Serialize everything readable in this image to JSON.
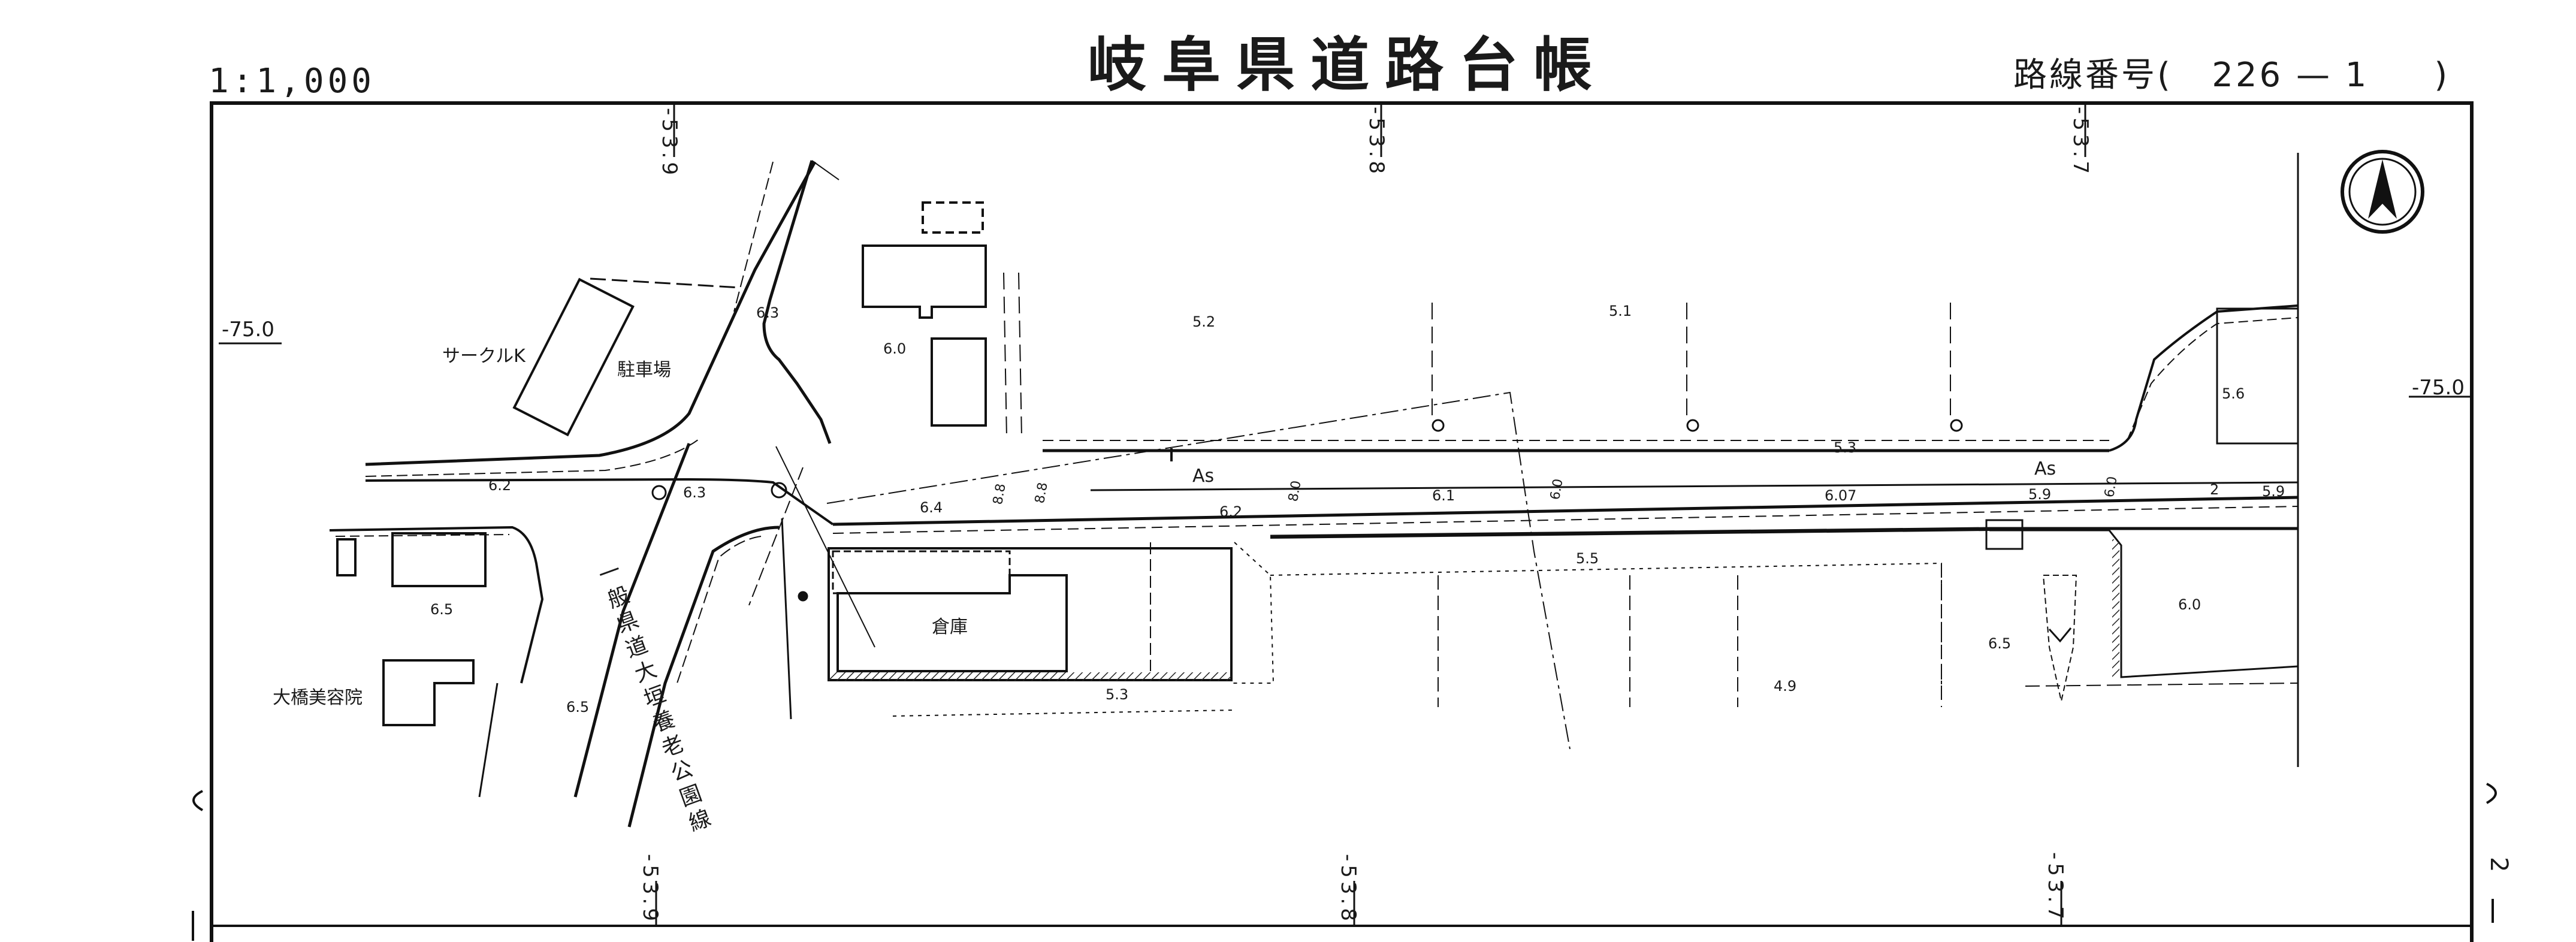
{
  "header": {
    "scale": "1:1,000",
    "title": "岐阜県道路台帳",
    "route_label": "路線番号",
    "route_number": "226 — 1"
  },
  "grid": {
    "top": [
      "-53.9",
      "-53.8",
      "-53.7"
    ],
    "bottom": [
      "-53.9",
      "-53.8",
      "-53.7"
    ],
    "left": "-75.0",
    "right": "-75.0"
  },
  "north_arrow_icon": "north-arrow-icon",
  "sheet_number": "2",
  "labels": {
    "circle_k": "サークルK",
    "parking": "駐車場",
    "ohashi_salon": "大橋美容院",
    "warehouse": "倉庫",
    "road_name": "一般県道大垣養老公園線",
    "asphalt_1": "As",
    "asphalt_2": "As"
  },
  "elevations": {
    "e63a": "6.3",
    "e60a": "6.0",
    "e52": "5.2",
    "e51": "5.1",
    "e56": "5.6",
    "e62a": "6.2",
    "e63b": "6.3",
    "e65a": "6.5",
    "e65b": "6.5",
    "e64": "6.4",
    "e62b": "6.2",
    "e61": "6.1",
    "e53a": "5.3",
    "e607": "6.07",
    "e59a": "5.9",
    "e59b": "5.9",
    "e2": "2",
    "e55": "5.5",
    "e53b": "5.3",
    "e49": "4.9",
    "e65c": "6.5",
    "e60b": "6.0"
  },
  "widths": {
    "w1": "8.8",
    "w2": "8.8",
    "w3": "8.0",
    "w4": "6.0",
    "w5": "6.0"
  }
}
